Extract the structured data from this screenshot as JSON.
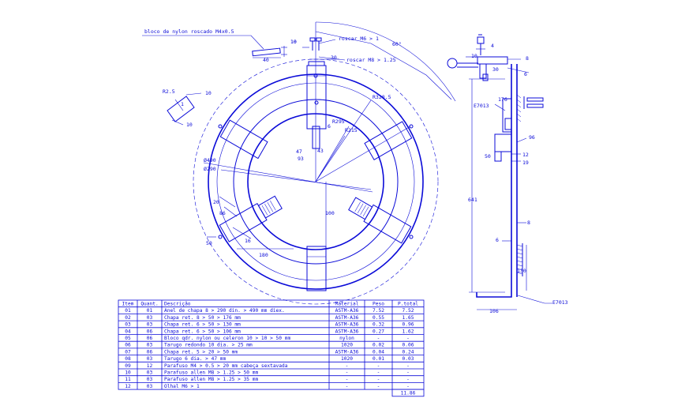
{
  "colors": {
    "ink": "#0b0bd8",
    "background": "#ffffff"
  },
  "callouts": {
    "nylon_block": "bloco de nylon roscado M4x0.5",
    "thread_m6": "roscar M6 > 1",
    "thread_m8": "roscar M8 > 1.25",
    "angle": "60°",
    "r_small": "R2.5",
    "profile": "E7013",
    "profile_bottom": "E7013"
  },
  "dimensions": {
    "block_10": "10",
    "block_40": "40",
    "top_10": "10",
    "top_30": "30",
    "d_r320": "R320.5",
    "d_r295": "R295",
    "d_r215": "R215",
    "d_6": "6",
    "d_47": "47",
    "d_43": "43",
    "d_93": "93",
    "d_490": "Ø490",
    "d_290": "Ø290",
    "d_20": "20",
    "d_86": "86",
    "d_16": "16",
    "d_50": "50",
    "d_180": "180",
    "d_100": "100",
    "left_10a": "10",
    "left_10b": "10",
    "side_4": "4",
    "side_10": "10",
    "side_8": "8",
    "side_30": "30",
    "side_6": "6",
    "side_176": "176",
    "side_96": "96",
    "side_50": "50",
    "side_12": "12",
    "side_19": "19",
    "side_641": "641",
    "side_8b": "8",
    "side_6b": "6",
    "side_130": "130",
    "side_106": "106"
  },
  "parts_table": {
    "headers": [
      "Item",
      "Quant.",
      "Descrição",
      "Material",
      "Peso",
      "P.total"
    ],
    "rows": [
      [
        "01",
        "01",
        "Anel de chapa 8 > 290 din. > 490 mm diex.",
        "ASTM-A36",
        "7.52",
        "7.52"
      ],
      [
        "02",
        "03",
        "Chapa ret. 8 > 50 > 176 mm",
        "ASTM-A36",
        "0.55",
        "1.65"
      ],
      [
        "03",
        "03",
        "Chapa ret. 6 > 50 > 130 mm",
        "ASTM-A36",
        "0.32",
        "0.96"
      ],
      [
        "04",
        "06",
        "Chapa ret. 6 > 50 > 106 mm",
        "ASTM-A36",
        "0.27",
        "1.62"
      ],
      [
        "05",
        "06",
        "Bloco qdr. nylon ou celeron 10 > 10 > 50 mm",
        "nylon",
        "-",
        "-"
      ],
      [
        "06",
        "03",
        "Tarugo redondo 10 dia. > 25 mm",
        "1020",
        "0.02",
        "0.06"
      ],
      [
        "07",
        "06",
        "Chapa ret. 5 > 20 > 50 mm",
        "ASTM-A36",
        "0.04",
        "0.24"
      ],
      [
        "08",
        "03",
        "Tarugo 6 dia. > 47 mm",
        "1020",
        "0.01",
        "0.03"
      ],
      [
        "09",
        "12",
        "Parafuso M4 > 0.5 > 20 mm cabeça sextavada",
        "-",
        "-",
        "-"
      ],
      [
        "10",
        "03",
        "Parafuso allen M8 > 1.25 > 50 mm",
        "-",
        "-",
        "-"
      ],
      [
        "11",
        "03",
        "Parafuso allen M8 > 1.25 > 35 mm",
        "-",
        "-",
        "-"
      ],
      [
        "12",
        "03",
        "Olhal M6 > 1",
        "-",
        "-",
        "-"
      ]
    ],
    "total": "11.86"
  }
}
